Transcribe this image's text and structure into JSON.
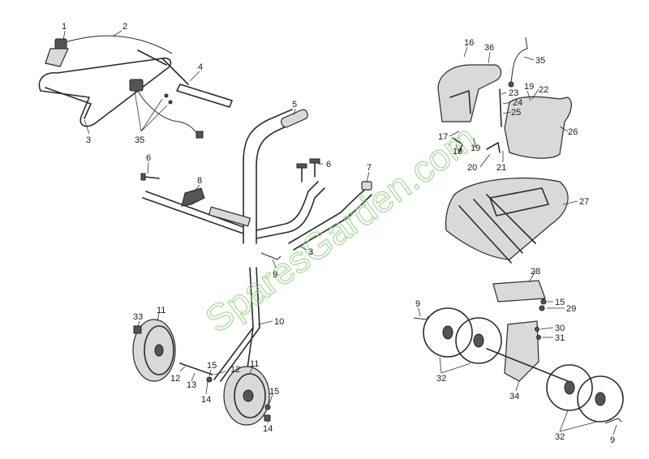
{
  "watermark": "SparesGarden.com",
  "callouts": [
    {
      "id": "c1",
      "label": "1"
    },
    {
      "id": "c2",
      "label": "2"
    },
    {
      "id": "c3a",
      "label": "3"
    },
    {
      "id": "c4",
      "label": "4"
    },
    {
      "id": "c35a",
      "label": "35"
    },
    {
      "id": "c5",
      "label": "5"
    },
    {
      "id": "c6a",
      "label": "6"
    },
    {
      "id": "c6b",
      "label": "6"
    },
    {
      "id": "c7",
      "label": "7"
    },
    {
      "id": "c8",
      "label": "8"
    },
    {
      "id": "c3b",
      "label": "3"
    },
    {
      "id": "c9a",
      "label": "9"
    },
    {
      "id": "c10",
      "label": "10"
    },
    {
      "id": "c33",
      "label": "33"
    },
    {
      "id": "c11a",
      "label": "11"
    },
    {
      "id": "c11b",
      "label": "11"
    },
    {
      "id": "c12a",
      "label": "12"
    },
    {
      "id": "c12b",
      "label": "12"
    },
    {
      "id": "c13",
      "label": "13"
    },
    {
      "id": "c14a",
      "label": "14"
    },
    {
      "id": "c14b",
      "label": "14"
    },
    {
      "id": "c15a",
      "label": "15"
    },
    {
      "id": "c15b",
      "label": "15"
    },
    {
      "id": "c16",
      "label": "16"
    },
    {
      "id": "c36",
      "label": "36"
    },
    {
      "id": "c35b",
      "label": "35"
    },
    {
      "id": "c19a",
      "label": "19"
    },
    {
      "id": "c22",
      "label": "22"
    },
    {
      "id": "c23",
      "label": "23"
    },
    {
      "id": "c24",
      "label": "24"
    },
    {
      "id": "c25",
      "label": "25"
    },
    {
      "id": "c17",
      "label": "17"
    },
    {
      "id": "c18",
      "label": "18"
    },
    {
      "id": "c19b",
      "label": "19"
    },
    {
      "id": "c20",
      "label": "20"
    },
    {
      "id": "c21",
      "label": "21"
    },
    {
      "id": "c26",
      "label": "26"
    },
    {
      "id": "c27",
      "label": "27"
    },
    {
      "id": "c28",
      "label": "28"
    },
    {
      "id": "c15c",
      "label": "15"
    },
    {
      "id": "c29",
      "label": "29"
    },
    {
      "id": "c9b",
      "label": "9"
    },
    {
      "id": "c30",
      "label": "30"
    },
    {
      "id": "c31",
      "label": "31"
    },
    {
      "id": "c32a",
      "label": "32"
    },
    {
      "id": "c34",
      "label": "34"
    },
    {
      "id": "c32b",
      "label": "32"
    },
    {
      "id": "c9c",
      "label": "9"
    }
  ]
}
